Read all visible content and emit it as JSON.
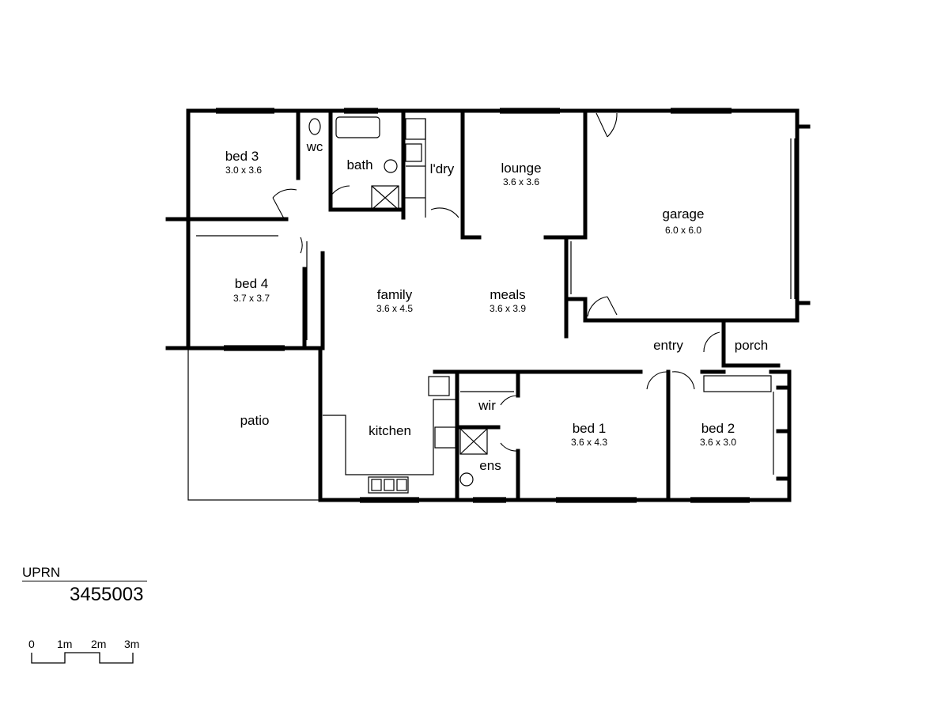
{
  "rooms": {
    "bed3": {
      "name": "bed  3",
      "dim": "3.0  x  3.6"
    },
    "wc": {
      "name": "wc"
    },
    "bath": {
      "name": "bath"
    },
    "laundry": {
      "name": "l'dry"
    },
    "lounge": {
      "name": "lounge",
      "dim": "3.6  x  3.6"
    },
    "garage": {
      "name": "garage",
      "dim": "6.0  x  6.0"
    },
    "bed4": {
      "name": "bed  4",
      "dim": "3.7  x  3.7"
    },
    "family": {
      "name": "family",
      "dim": "3.6  x  4.5"
    },
    "meals": {
      "name": "meals",
      "dim": "3.6  x  3.9"
    },
    "entry": {
      "name": "entry"
    },
    "porch": {
      "name": "porch"
    },
    "patio": {
      "name": "patio"
    },
    "kitchen": {
      "name": "kitchen"
    },
    "wir": {
      "name": "wir"
    },
    "ens": {
      "name": "ens"
    },
    "bed1": {
      "name": "bed  1",
      "dim": "3.6  x  4.3"
    },
    "bed2": {
      "name": "bed  2",
      "dim": "3.6  x  3.0"
    }
  },
  "uprn": {
    "label": "UPRN",
    "value": "3455003"
  },
  "scale": {
    "labels": [
      "0",
      "1m",
      "2m",
      "3m"
    ]
  }
}
